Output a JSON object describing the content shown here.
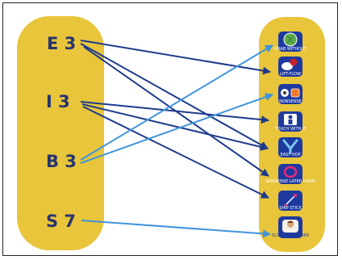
{
  "colors": {
    "panel": "#e8c53b",
    "label_text": "#28346e",
    "dark_arrow": "#1d3a8c",
    "light_arrow": "#3f93dc",
    "tile_bg": "#1e3a9e",
    "frame_border": "#222222"
  },
  "sources": [
    {
      "id": "E",
      "label": "E 3"
    },
    {
      "id": "I",
      "label": "I 3"
    },
    {
      "id": "B",
      "label": "B 3"
    },
    {
      "id": "S",
      "label": "S 7"
    }
  ],
  "targets": [
    {
      "icon": "cactus-icon",
      "caption": "GRAB WITHOUT"
    },
    {
      "icon": "flask-cap-icon",
      "caption": "LIFT-FLOW"
    },
    {
      "icon": "robot-face-icon",
      "caption": "NONSENSE"
    },
    {
      "icon": "person-icon",
      "caption": "TOUCH WITH IT"
    },
    {
      "icon": "tools-icon",
      "caption": "EASY HOP"
    },
    {
      "icon": "loop-icon",
      "caption": "NONSENSE LATER HAND"
    },
    {
      "icon": "wand-icon",
      "caption": "SHIP STICK"
    },
    {
      "icon": "scientist-icon",
      "caption": "SCIENTIST FINDER"
    }
  ],
  "connections": [
    {
      "from": "E",
      "to": 1,
      "style": "dark"
    },
    {
      "from": "E",
      "to": 4,
      "style": "dark"
    },
    {
      "from": "E",
      "to": 5,
      "style": "dark"
    },
    {
      "from": "I",
      "to": 3,
      "style": "dark"
    },
    {
      "from": "I",
      "to": 4,
      "style": "dark"
    },
    {
      "from": "I",
      "to": 6,
      "style": "dark"
    },
    {
      "from": "B",
      "to": 0,
      "style": "light"
    },
    {
      "from": "B",
      "to": 2,
      "style": "light"
    },
    {
      "from": "S",
      "to": 7,
      "style": "light"
    }
  ]
}
